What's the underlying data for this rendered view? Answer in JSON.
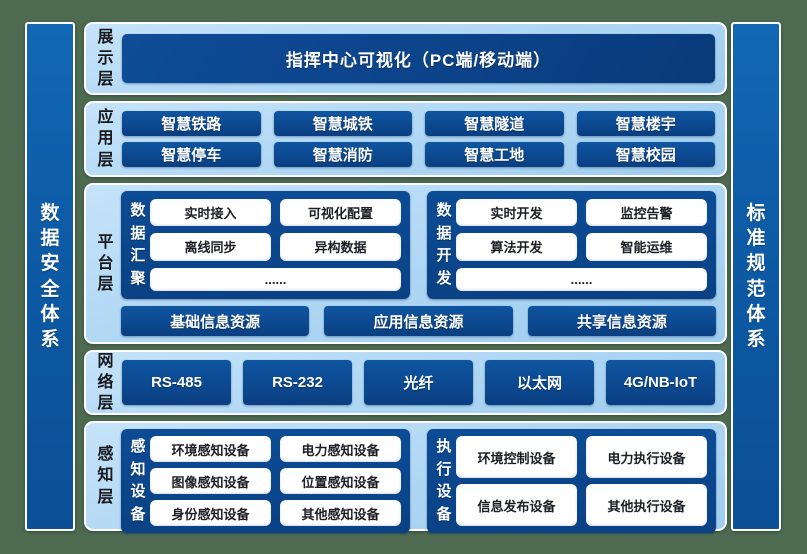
{
  "left_bar": {
    "label": "数据安全体系"
  },
  "right_bar": {
    "label": "标准规范体系"
  },
  "layers": {
    "display": {
      "label": "展示层",
      "box": "指挥中心可视化（PC端/移动端）"
    },
    "application": {
      "label": "应用层",
      "items": [
        "智慧铁路",
        "智慧城铁",
        "智慧隧道",
        "智慧楼宇",
        "智慧停车",
        "智慧消防",
        "智慧工地",
        "智慧校园"
      ]
    },
    "platform": {
      "label": "平台层",
      "groups": [
        {
          "label": "数据汇聚",
          "items": [
            "实时接入",
            "可视化配置",
            "离线同步",
            "异构数据",
            "......"
          ]
        },
        {
          "label": "数据开发",
          "items": [
            "实时开发",
            "监控告警",
            "算法开发",
            "智能运维",
            "......"
          ]
        }
      ],
      "resources": [
        "基础信息资源",
        "应用信息资源",
        "共享信息资源"
      ]
    },
    "network": {
      "label": "网络层",
      "items": [
        "RS-485",
        "RS-232",
        "光纤",
        "以太网",
        "4G/NB-IoT"
      ]
    },
    "perception": {
      "label": "感知层",
      "groups": [
        {
          "label": "感知设备",
          "items": [
            "环境感知设备",
            "电力感知设备",
            "图像感知设备",
            "位置感知设备",
            "身份感知设备",
            "其他感知设备"
          ]
        },
        {
          "label": "执行设备",
          "items": [
            "环境控制设备",
            "电力执行设备",
            "信息发布设备",
            "其他执行设备"
          ]
        }
      ]
    }
  },
  "colors": {
    "background_green": "#4e6b51",
    "panel_light_blue": "#aed6f3",
    "box_dark_blue": "#0c4991",
    "pillar_blue": "#0f5fa9",
    "white": "#ffffff",
    "label_dark": "#17181c"
  }
}
